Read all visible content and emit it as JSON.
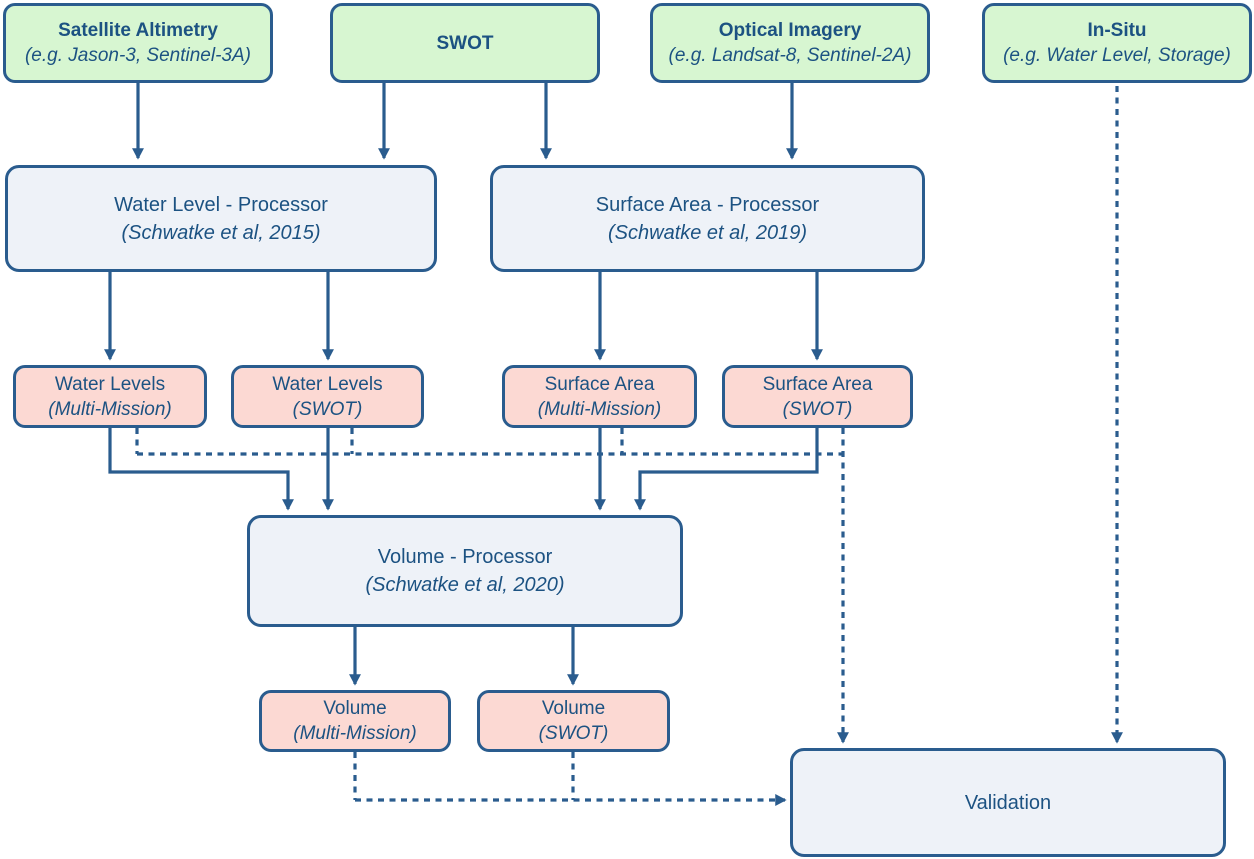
{
  "colors": {
    "node_border": "#2a5c8e",
    "arrow": "#2a5c8e",
    "input_fill": "#d7f6d1",
    "processor_fill": "#eef2f8",
    "output_fill": "#fcd9d3",
    "text": "#1c5282",
    "background": "#ffffff"
  },
  "nodes": {
    "satellite_altimetry": {
      "title": "Satellite Altimetry",
      "subtitle": "(e.g. Jason-3, Sentinel-3A)"
    },
    "swot": {
      "title": "SWOT",
      "subtitle": ""
    },
    "optical_imagery": {
      "title": "Optical Imagery",
      "subtitle": "(e.g. Landsat-8, Sentinel-2A)"
    },
    "in_situ": {
      "title": "In-Situ",
      "subtitle": "(e.g. Water Level, Storage)"
    },
    "water_level_processor": {
      "title": "Water Level - Processor",
      "subtitle": "(Schwatke et al, 2015)"
    },
    "surface_area_processor": {
      "title": "Surface Area - Processor",
      "subtitle": "(Schwatke et al, 2019)"
    },
    "water_levels_mm": {
      "title": "Water Levels",
      "subtitle": "(Multi-Mission)"
    },
    "water_levels_swot": {
      "title": "Water Levels",
      "subtitle": "(SWOT)"
    },
    "surface_area_mm": {
      "title": "Surface Area",
      "subtitle": "(Multi-Mission)"
    },
    "surface_area_swot": {
      "title": "Surface Area",
      "subtitle": "(SWOT)"
    },
    "volume_processor": {
      "title": "Volume - Processor",
      "subtitle": "(Schwatke et al, 2020)"
    },
    "volume_mm": {
      "title": "Volume",
      "subtitle": "(Multi-Mission)"
    },
    "volume_swot": {
      "title": "Volume",
      "subtitle": "(SWOT)"
    },
    "validation": {
      "title": "Validation",
      "subtitle": ""
    }
  }
}
